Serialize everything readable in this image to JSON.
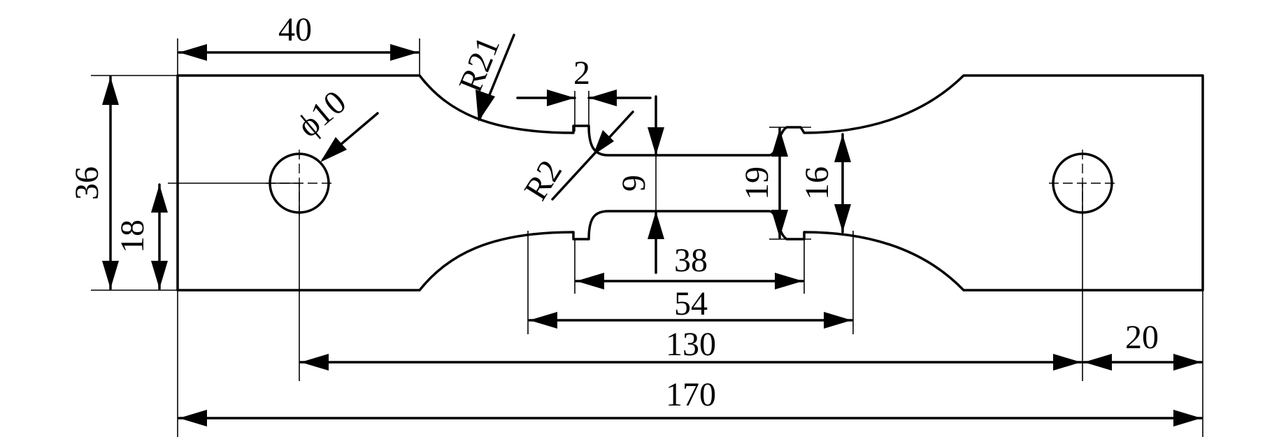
{
  "drawing": {
    "dimensions": {
      "left_width": "40",
      "radius_large": "R21",
      "neck_width": "2",
      "hole_dia": "ϕ10",
      "radius_small": "R2",
      "height_total": "36",
      "height_half": "18",
      "gauge_thickness": "9",
      "shoulder_height": "19",
      "grip_height": "16",
      "gauge_length": "38",
      "neck_length": "54",
      "hole_spacing": "130",
      "end_offset": "20",
      "overall_length": "170"
    }
  }
}
